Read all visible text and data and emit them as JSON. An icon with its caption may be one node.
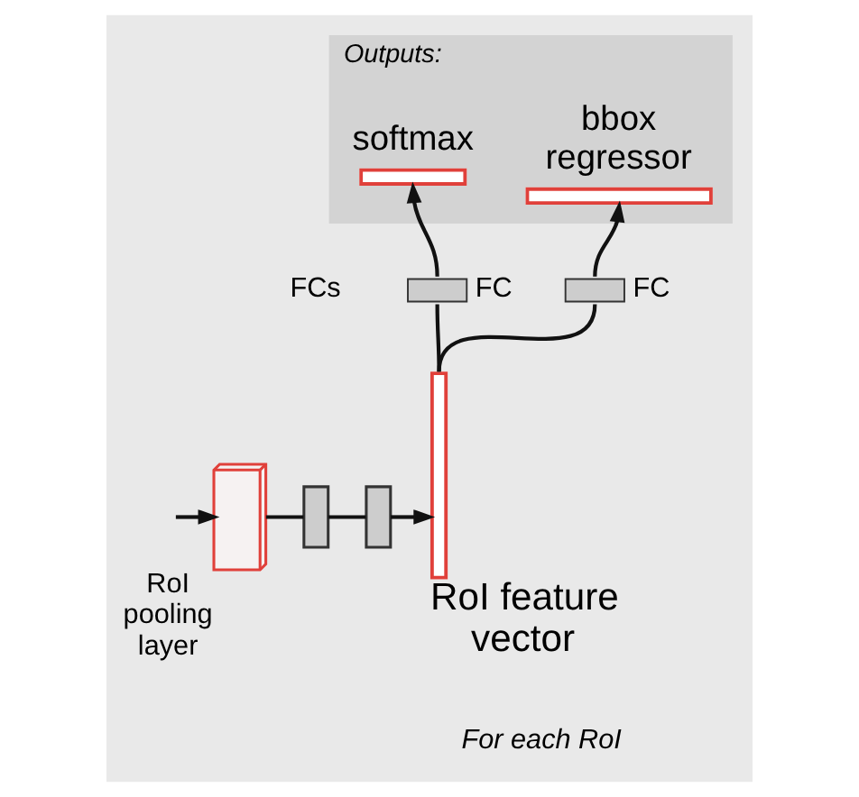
{
  "diagram": {
    "nodes": [
      {
        "text": [
          "Outputs:"
        ]
      },
      {
        "text": [
          "softmax"
        ],
        "in": 0
      },
      {
        "text": [
          "bbox regressor"
        ],
        "in": 0
      },
      {
        "text": [],
        "shape": "box",
        "beside": [
          "FC"
        ]
      },
      {
        "text": [],
        "shape": "box",
        "beside": [
          "FC"
        ]
      },
      {
        "text": [],
        "shape": "cuboid",
        "beside": [
          "RoI pooling layer"
        ]
      },
      {
        "text": [],
        "shape": "box"
      },
      {
        "text": [],
        "shape": "box"
      },
      {
        "text": [
          "RoI feature vector"
        ]
      }
    ],
    "edges": [
      {
        "from": null,
        "to": 5,
        "arrow": "to"
      },
      {
        "from": 5,
        "to": 6,
        "arrow": "none"
      },
      {
        "from": 6,
        "to": 7,
        "arrow": "none"
      },
      {
        "from": 7,
        "to": 8,
        "arrow": "to"
      },
      {
        "from": 8,
        "to": 3,
        "arrow": "none"
      },
      {
        "from": 3,
        "to": 1,
        "arrow": "to"
      },
      {
        "from": 8,
        "to": 4,
        "arrow": "none"
      },
      {
        "from": 4,
        "to": 2,
        "arrow": "to"
      }
    ],
    "labels": [
      "FCs",
      "For each RoI"
    ]
  }
}
